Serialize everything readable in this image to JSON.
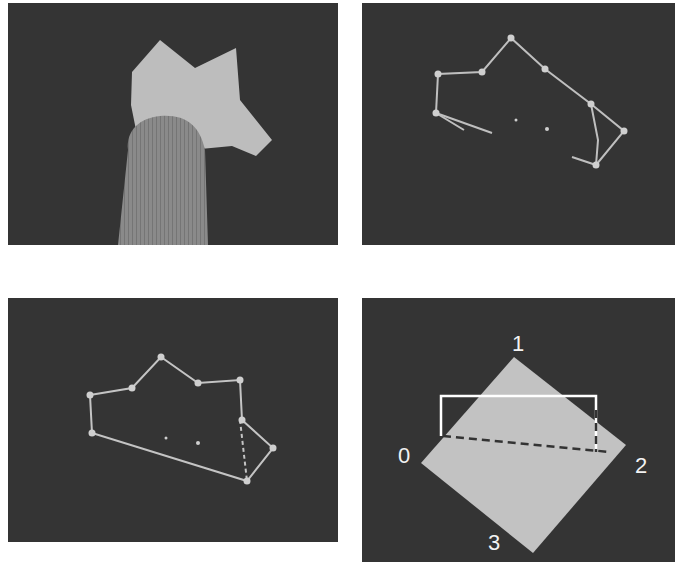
{
  "diagram": {
    "labels": [
      "1",
      "0",
      "2",
      "3"
    ]
  }
}
